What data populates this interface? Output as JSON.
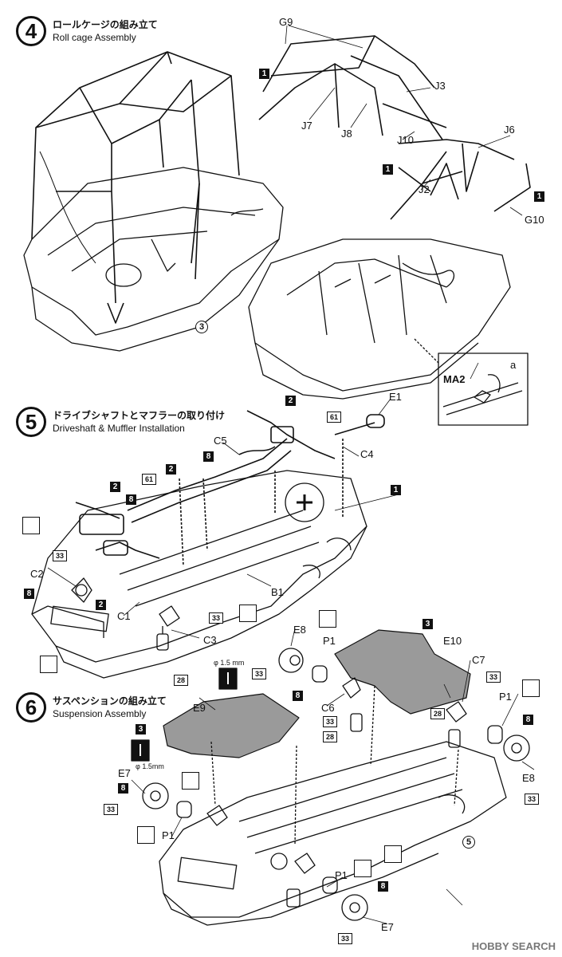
{
  "steps": [
    {
      "number": "4",
      "title_jp": "ロールケージの組み立て",
      "title_en": "Roll cage Assembly"
    },
    {
      "number": "5",
      "title_jp": "ドライブシャフトとマフラーの取り付け",
      "title_en": "Driveshaft & Muffler Installation"
    },
    {
      "number": "6",
      "title_jp": "サスペンションの組み立て",
      "title_en": "Suspension Assembly"
    }
  ],
  "step4": {
    "part_labels": [
      "G9",
      "J3",
      "J7",
      "J8",
      "J10",
      "J6",
      "J2",
      "G10"
    ],
    "runner_tags": [
      "1",
      "1",
      "1"
    ],
    "body_ref": "3",
    "detail_labels": [
      "MA2",
      "a"
    ]
  },
  "step5": {
    "part_labels": [
      "E1",
      "C5",
      "C4",
      "C2",
      "B1",
      "C1",
      "C3"
    ],
    "runner_tags": [
      "2",
      "8",
      "2",
      "2",
      "8",
      "1",
      "8",
      "2"
    ],
    "box_tags": [
      "61",
      "61",
      "33",
      "33",
      "28"
    ]
  },
  "step6": {
    "part_labels": [
      "E8",
      "P1",
      "E10",
      "C7",
      "C6",
      "E9",
      "P1",
      "E8",
      "E7",
      "P1",
      "P1",
      "E7"
    ],
    "runner_tags": [
      "3",
      "3",
      "8",
      "8",
      "8",
      "8"
    ],
    "box_tags": [
      "33",
      "33",
      "28",
      "28",
      "33",
      "33",
      "33",
      "33"
    ],
    "dims": [
      "φ 1.5 mm",
      "φ 1.5mm"
    ],
    "body_ref": "5"
  },
  "watermark": "HOBBY SEARCH",
  "colors": {
    "ink": "#111111",
    "shade": "#9a9a9a",
    "paper": "#ffffff"
  }
}
